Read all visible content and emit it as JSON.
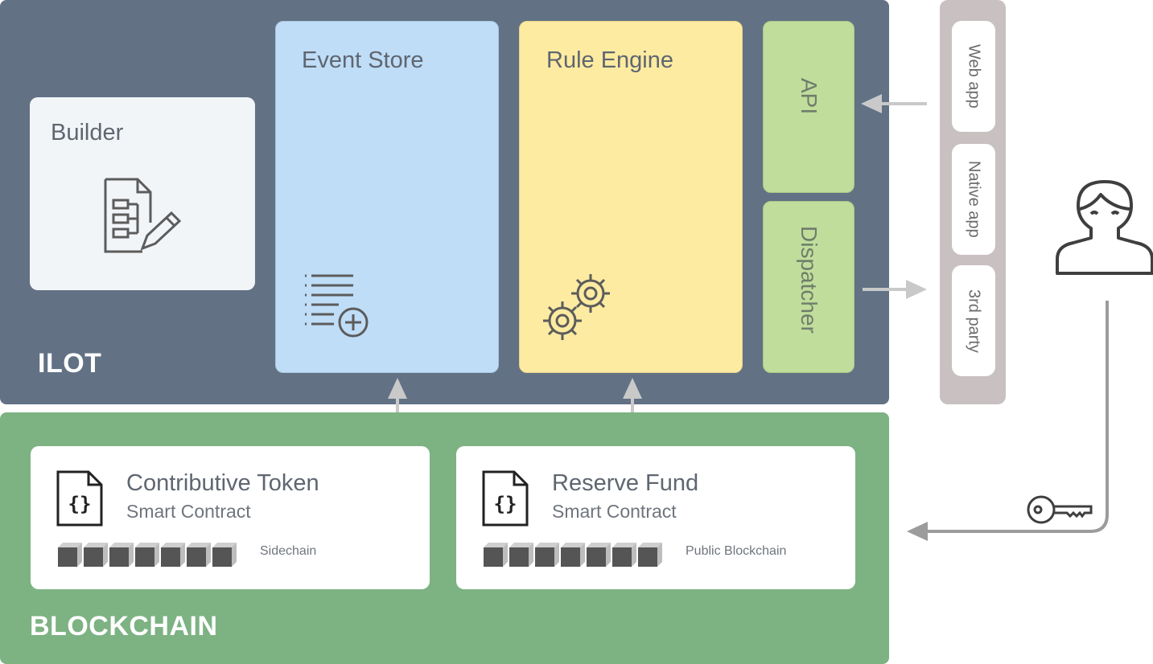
{
  "ilot": {
    "label": "ILOT",
    "builder": {
      "title": "Builder",
      "icon": "document-edit-icon"
    },
    "event_store": {
      "title": "Event Store",
      "icon": "list-add-icon"
    },
    "rule_engine": {
      "title": "Rule Engine",
      "icon": "gears-icon"
    },
    "api": {
      "label": "API"
    },
    "dispatcher": {
      "label": "Dispatcher"
    }
  },
  "clients": {
    "items": [
      {
        "label": "Web app"
      },
      {
        "label": "Native app"
      },
      {
        "label": "3rd party"
      }
    ]
  },
  "user": {
    "icon": "user-icon",
    "key_icon": "key-icon"
  },
  "blockchain": {
    "label": "BLOCKCHAIN",
    "contracts": [
      {
        "title": "Contributive Token",
        "subtitle": "Smart Contract",
        "chain": "Sidechain",
        "icon": "code-file-icon"
      },
      {
        "title": "Reserve Fund",
        "subtitle": "Smart Contract",
        "chain": "Public Blockchain",
        "icon": "code-file-icon"
      }
    ]
  },
  "colors": {
    "ilot_bg": "#627184",
    "blockchain_bg": "#7db283",
    "event_store": "#bfddf7",
    "rule_engine": "#fdeba1",
    "api_dispatcher": "#c0dd9c",
    "clients_bar": "#c8c0c1",
    "arrow": "#c9c9c9"
  }
}
